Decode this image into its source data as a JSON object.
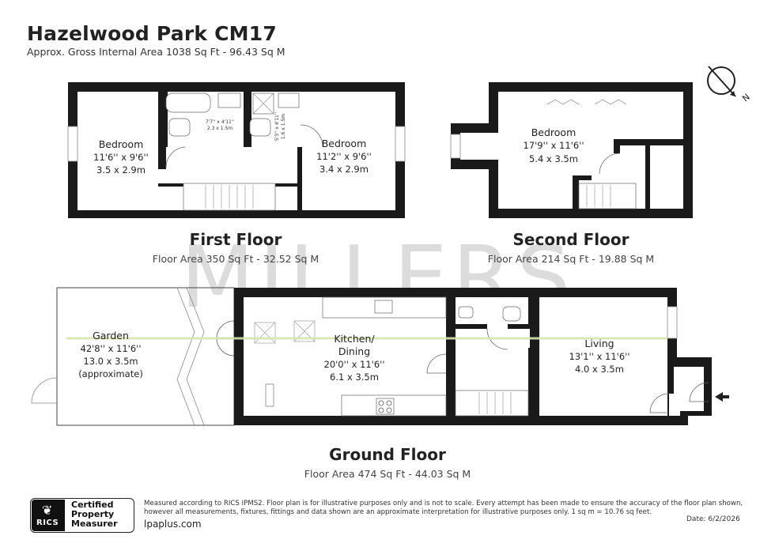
{
  "header": {
    "title": "Hazelwood Park CM17",
    "subtitle": "Approx. Gross Internal Area 1038 Sq Ft - 96.43 Sq M"
  },
  "watermark": "MILLERS",
  "compass": {
    "label": "N"
  },
  "floors": {
    "first": {
      "name": "First Floor",
      "area": "Floor Area 350 Sq Ft - 32.52 Sq M",
      "rooms": [
        {
          "name": "Bedroom",
          "imperial": "11'6'' x 9'6''",
          "metric": "3.5 x 2.9m"
        },
        {
          "name": "Bedroom",
          "imperial": "11'2'' x 9'6''",
          "metric": "3.4 x 2.9m"
        }
      ],
      "bath1": {
        "imperial": "7'7'' x 4'11''",
        "metric": "2.3 x 1.5m"
      },
      "bath2": {
        "imperial": "5'3'' x 4'11''",
        "metric": "1.6 x 1.5m"
      }
    },
    "second": {
      "name": "Second Floor",
      "area": "Floor Area 214 Sq Ft - 19.88 Sq M",
      "rooms": [
        {
          "name": "Bedroom",
          "imperial": "17'9'' x 11'6''",
          "metric": "5.4 x 3.5m"
        }
      ]
    },
    "ground": {
      "name": "Ground Floor",
      "area": "Floor Area 474 Sq Ft - 44.03 Sq M",
      "garden": {
        "name": "Garden",
        "imperial": "42'8'' x 11'6''",
        "metric": "13.0 x 3.5m",
        "note": "(approximate)"
      },
      "kitchen": {
        "name1": "Kitchen/",
        "name2": "Dining",
        "imperial": "20'0'' x 11'6''",
        "metric": "6.1 x 3.5m"
      },
      "living": {
        "name": "Living",
        "imperial": "13'1'' x 11'6''",
        "metric": "4.0 x 3.5m"
      }
    }
  },
  "footer": {
    "rics": "RICS",
    "cert_line1": "Certified",
    "cert_line2": "Property",
    "cert_line3": "Measurer",
    "disclaimer": "Measured according to RICS IPMS2. Floor plan is for illustrative purposes only and is not to scale. Every attempt has been made to ensure the accuracy of the floor plan shown, however all measurements, fixtures, fittings and data shown are an approximate interpretation for illustrative purposes only. 1 sq m = 10.76 sq feet.",
    "website": "lpaplus.com",
    "date": "Date: 6/2/2026"
  },
  "colors": {
    "wall": "#1a1a1a",
    "watermark": "#d9d9d9",
    "watermark_accent": "#e8a9a9",
    "dimension_line": "#d6e6b0"
  }
}
